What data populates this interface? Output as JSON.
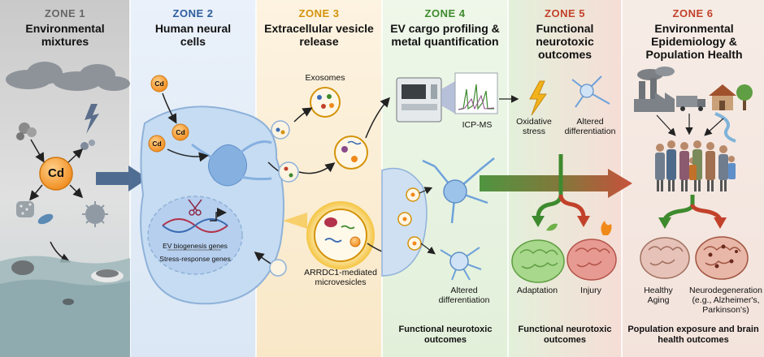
{
  "zones": [
    {
      "number": "ZONE 1",
      "title": "Environmental mixtures",
      "color": "#666666",
      "bg": "#dcdcdc"
    },
    {
      "number": "ZONE 2",
      "title": "Human neural cells",
      "color": "#2e5d9e",
      "bg": "#e6eef8"
    },
    {
      "number": "ZONE 3",
      "title": "Extracellular vesicle release",
      "color": "#d4930a",
      "bg": "#fbefd9"
    },
    {
      "number": "ZONE 4",
      "title": "EV cargo profiling & metal quantification",
      "color": "#3e8a2e",
      "bg": "#e9f4e3"
    },
    {
      "number": "ZONE 5",
      "title": "Functional neurotoxic outcomes",
      "color": "#c2412a",
      "bg": "#f4e4df"
    },
    {
      "number": "ZONE 6",
      "title": "Environmental Epidemiology & Population Health",
      "color": "#c2412a",
      "bg": "#f6ebe6"
    }
  ],
  "labels": {
    "cd": "Cd",
    "ev_genes": "EV biogenesis genes",
    "stress_genes": "Stress-response genes",
    "exosomes": "Exosomes",
    "arrdc1": "ARRDC1-mediated microvesicles",
    "icpms": "ICP-MS",
    "altered_diff_z4": "Altered differentiation",
    "func_out_z4": "Functional neurotoxic outcomes",
    "oxidative": "Oxidative stress",
    "altered_diff_z5": "Altered differentiation",
    "adaptation": "Adaptation",
    "injury": "Injury",
    "func_out_z5": "Functional neurotoxic outcomes",
    "healthy_aging": "Healthy Aging",
    "neurodegeneration": "Neurodegeneration (e.g., Alzheimer's, Parkinson's)",
    "population": "Population exposure and brain health outcomes"
  },
  "colors": {
    "cadmium": "#f59a23",
    "arrow_blue": "#2e5d9e",
    "arrow_green": "#3e8a2e",
    "arrow_red": "#c2412a",
    "cell": "#bcd3ee",
    "neuron": "#9cc3ea"
  },
  "icons": [
    "cloud-icon",
    "lightning-icon",
    "virus-icon",
    "dna-icon",
    "scissors-icon",
    "instrument-icon",
    "spectrum-icon",
    "lightning-bolt-icon",
    "neuron-icon",
    "brain-icon",
    "factory-icon",
    "truck-icon",
    "house-icon",
    "tree-icon",
    "people-icon"
  ]
}
